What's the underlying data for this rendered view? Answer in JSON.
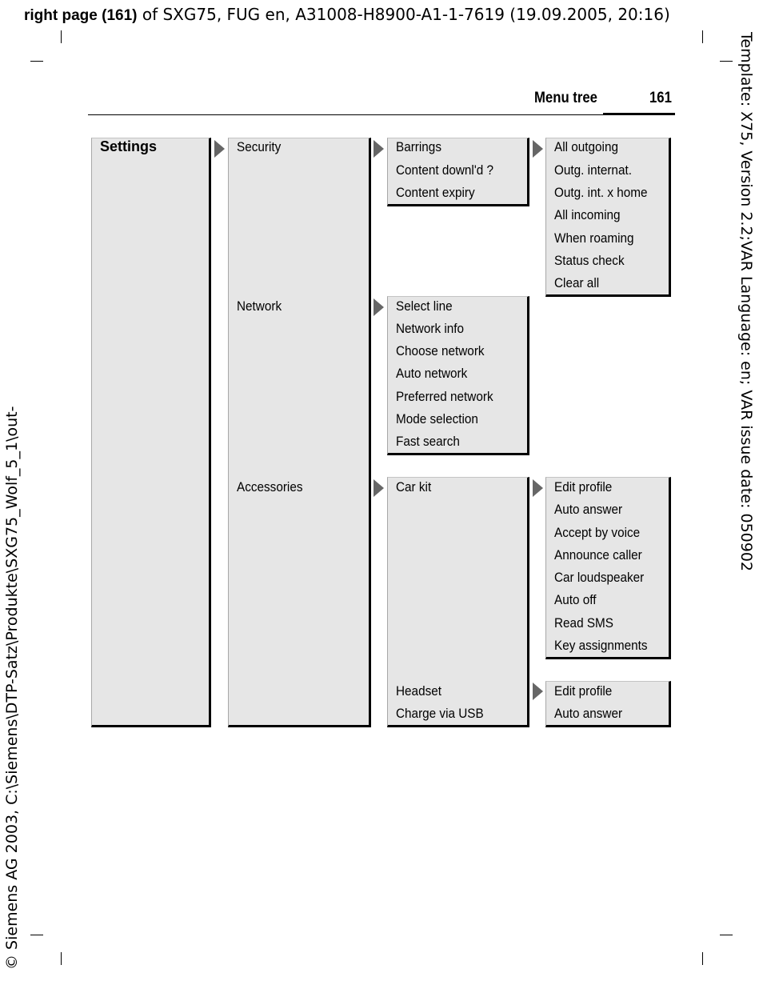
{
  "header": {
    "page_label": "right page (161)",
    "doc_info": " of SXG75, FUG en, A31008-H8900-A1-1-7619 (19.09.2005, 20:16)",
    "template_info": "Template: X75, Version 2.2;VAR Language: en; VAR issue date: 050902",
    "copyright_path": "© Siemens AG 2003, C:\\Siemens\\DTP-Satz\\Produkte\\SXG75_Wolf_5_1\\out-",
    "running_title": "Menu tree",
    "page_number": "161"
  },
  "menu": {
    "root": "Settings",
    "level1": [
      "Security",
      "Network",
      "Accessories"
    ],
    "security": [
      "Barrings",
      "Content downl'd ?",
      "Content expiry"
    ],
    "barrings": [
      "All outgoing",
      "Outg. internat.",
      "Outg. int. x home",
      "All incoming",
      "When roaming",
      "Status check",
      "Clear all"
    ],
    "network": [
      "Select line",
      "Network info",
      "Choose network",
      "Auto network",
      "Preferred network",
      "Mode selection",
      "Fast search"
    ],
    "accessories": [
      "Car kit",
      "Headset",
      "Charge via USB"
    ],
    "car_kit": [
      "Edit profile",
      "Auto answer",
      "Accept by voice",
      "Announce caller",
      "Car loudspeaker",
      "Auto off",
      "Read SMS",
      "Key assignments"
    ],
    "headset": [
      "Edit profile",
      "Auto answer"
    ]
  }
}
